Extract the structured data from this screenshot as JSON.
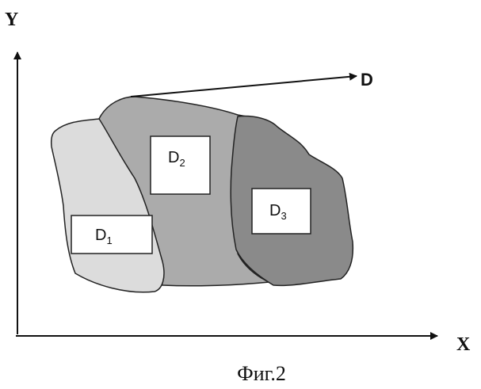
{
  "axes": {
    "y_label": "Y",
    "x_label": "X"
  },
  "direction_label": "D",
  "regions": [
    {
      "name": "D",
      "sub": "1",
      "color": "#dcdcdc"
    },
    {
      "name": "D",
      "sub": "2",
      "color": "#ababab"
    },
    {
      "name": "D",
      "sub": "3",
      "color": "#8a8a8a"
    }
  ],
  "caption": "Фиг.2"
}
